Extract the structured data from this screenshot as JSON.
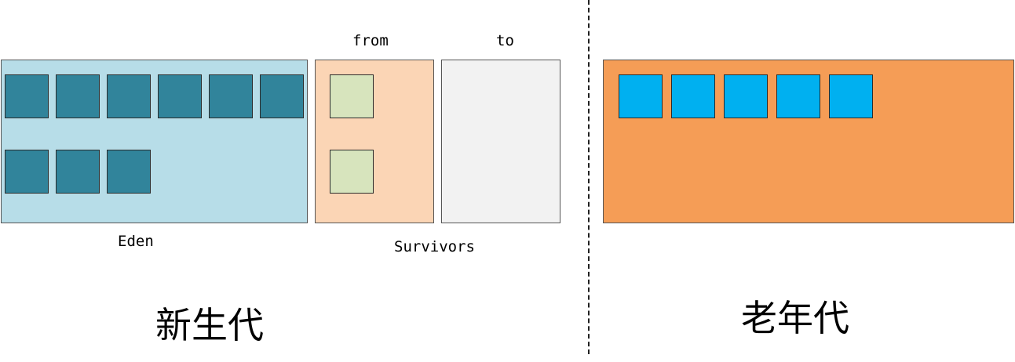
{
  "labels": {
    "from": "from",
    "to": "to",
    "eden": "Eden",
    "survivors": "Survivors",
    "young_generation": "新生代",
    "old_generation": "老年代"
  },
  "colors": {
    "eden_bg": "#b7dde8",
    "eden_block": "#31849b",
    "from_bg": "#fbd5b5",
    "from_block": "#d7e4bd",
    "to_bg": "#f2f2f2",
    "old_bg": "#f59d56",
    "old_block": "#00b0f0"
  },
  "blocks": {
    "eden_count": 9,
    "from_count": 2,
    "to_count": 0,
    "old_count": 5
  }
}
